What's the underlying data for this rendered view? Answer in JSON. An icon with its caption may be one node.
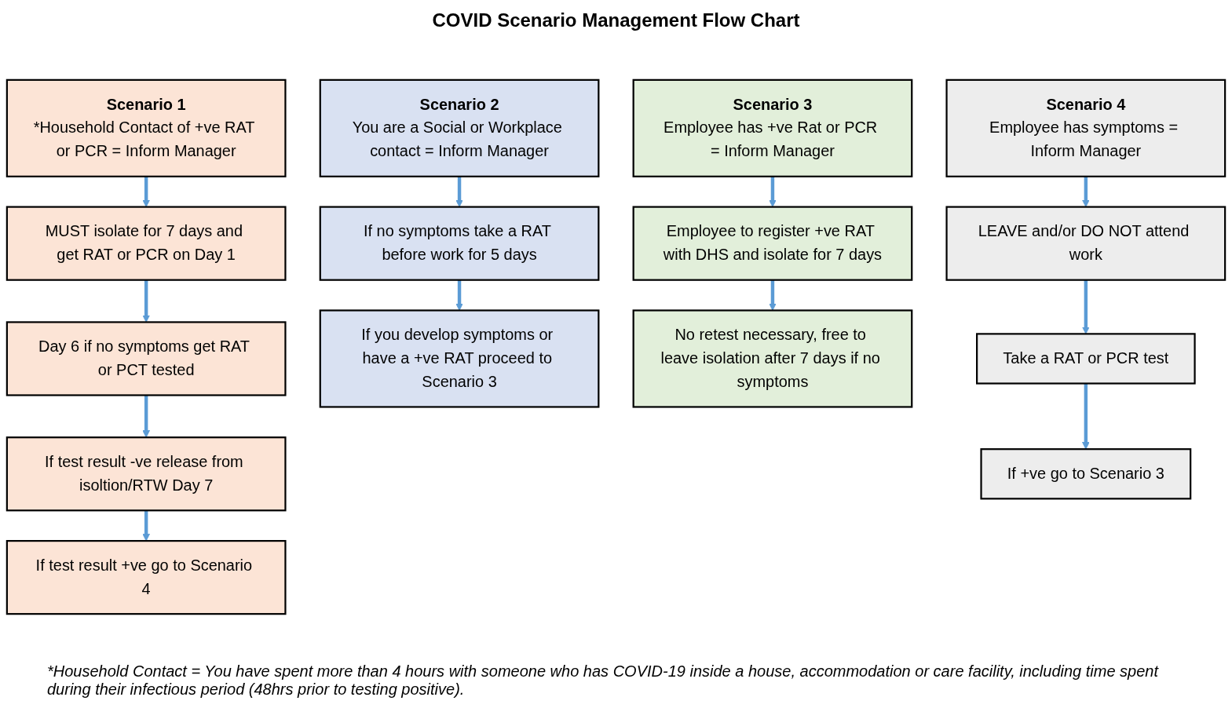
{
  "diagram": {
    "title": "COVID Scenario Management Flow Chart",
    "caption": "*Household Contact = You have spent more than 4 hours with someone who has COVID-19 inside a house, accommodation or care facility, including time spent during their infectious period (48hrs prior to testing positive).",
    "nodes": [
      {
        "text": [
          "Scenario 1",
          "*Household Contact of +ve RAT or PCR = Inform Manager"
        ]
      },
      {
        "text": [
          "MUST isolate for 7 days and get RAT or PCR on Day 1"
        ]
      },
      {
        "text": [
          "Day 6 if no symptoms get RAT or PCT tested"
        ]
      },
      {
        "text": [
          "If test result -ve release from isoltion/RTW Day 7"
        ]
      },
      {
        "text": [
          "If test result +ve go to Scenario 4"
        ]
      },
      {
        "text": [
          "Scenario 2",
          "You are a Social or Workplace contact = Inform Manager"
        ]
      },
      {
        "text": [
          "If no symptoms take a RAT before work for 5 days"
        ]
      },
      {
        "text": [
          "If you develop symptoms or have a +ve RAT proceed to Scenario 3"
        ]
      },
      {
        "text": [
          "Scenario 3",
          "Employee has +ve Rat or PCR = Inform Manager"
        ]
      },
      {
        "text": [
          "Employee to register +ve RAT with DHS and isolate for 7 days"
        ]
      },
      {
        "text": [
          "No retest necessary, free to leave isolation after 7 days if no symptoms"
        ]
      },
      {
        "text": [
          "Scenario 4",
          "Employee has symptoms = Inform Manager"
        ]
      },
      {
        "text": [
          "LEAVE and/or DO NOT attend work"
        ]
      },
      {
        "text": [
          "Take a RAT or PCR test"
        ]
      },
      {
        "text": [
          "If +ve go to Scenario 3"
        ]
      }
    ],
    "edges": [
      {
        "from": 0,
        "to": 1,
        "arrow": "to"
      },
      {
        "from": 1,
        "to": 2,
        "arrow": "to"
      },
      {
        "from": 2,
        "to": 3,
        "arrow": "to"
      },
      {
        "from": 3,
        "to": 4,
        "arrow": "to"
      },
      {
        "from": 5,
        "to": 6,
        "arrow": "to"
      },
      {
        "from": 6,
        "to": 7,
        "arrow": "to"
      },
      {
        "from": 8,
        "to": 9,
        "arrow": "to"
      },
      {
        "from": 9,
        "to": 10,
        "arrow": "to"
      },
      {
        "from": 11,
        "to": 12,
        "arrow": "to"
      },
      {
        "from": 12,
        "to": 13,
        "arrow": "to"
      },
      {
        "from": 13,
        "to": 14,
        "arrow": "to"
      }
    ]
  }
}
